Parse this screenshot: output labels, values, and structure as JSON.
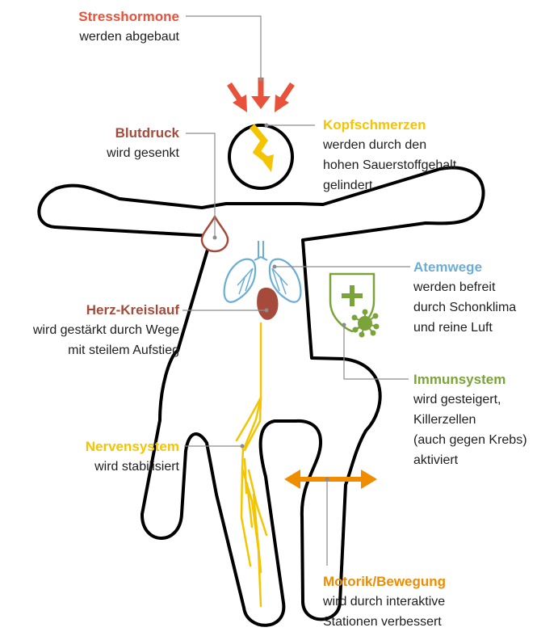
{
  "colors": {
    "outline": "#000000",
    "connector": "#8c8c8c",
    "stress": "#e8523a",
    "headache": "#f5c400",
    "blood": "#a64b3c",
    "airways": "#6aaed6",
    "immune": "#7aa33a",
    "nerves": "#f5c400",
    "motor": "#f08c00",
    "text": "#1e1e1e"
  },
  "labels": {
    "stress": {
      "title": "Stresshormone",
      "lines": [
        "werden abgebaut"
      ]
    },
    "blood": {
      "title": "Blutdruck",
      "lines": [
        "wird gesenkt"
      ]
    },
    "headache": {
      "title": "Kopfschmerzen",
      "lines": [
        "werden durch den",
        "hohen Sauerstoffgehalt",
        "gelindert"
      ]
    },
    "airways": {
      "title": "Atemwege",
      "lines": [
        "werden befreit",
        "durch Schonklima",
        "und reine Luft"
      ]
    },
    "heart": {
      "title": "Herz-Kreislauf",
      "lines": [
        "wird gestärkt durch Wege",
        "mit steilem Aufstieg"
      ]
    },
    "immune": {
      "title": "Immunsystem",
      "lines": [
        "wird gesteigert,",
        "Killerzellen",
        "(auch gegen Krebs)",
        "aktiviert"
      ]
    },
    "nerves": {
      "title": "Nervensystem",
      "lines": [
        "wird stabilisiert"
      ]
    },
    "motor": {
      "title": "Motorik/Bewegung",
      "lines": [
        "wird durch interaktive",
        "Stationen verbessert"
      ]
    }
  }
}
